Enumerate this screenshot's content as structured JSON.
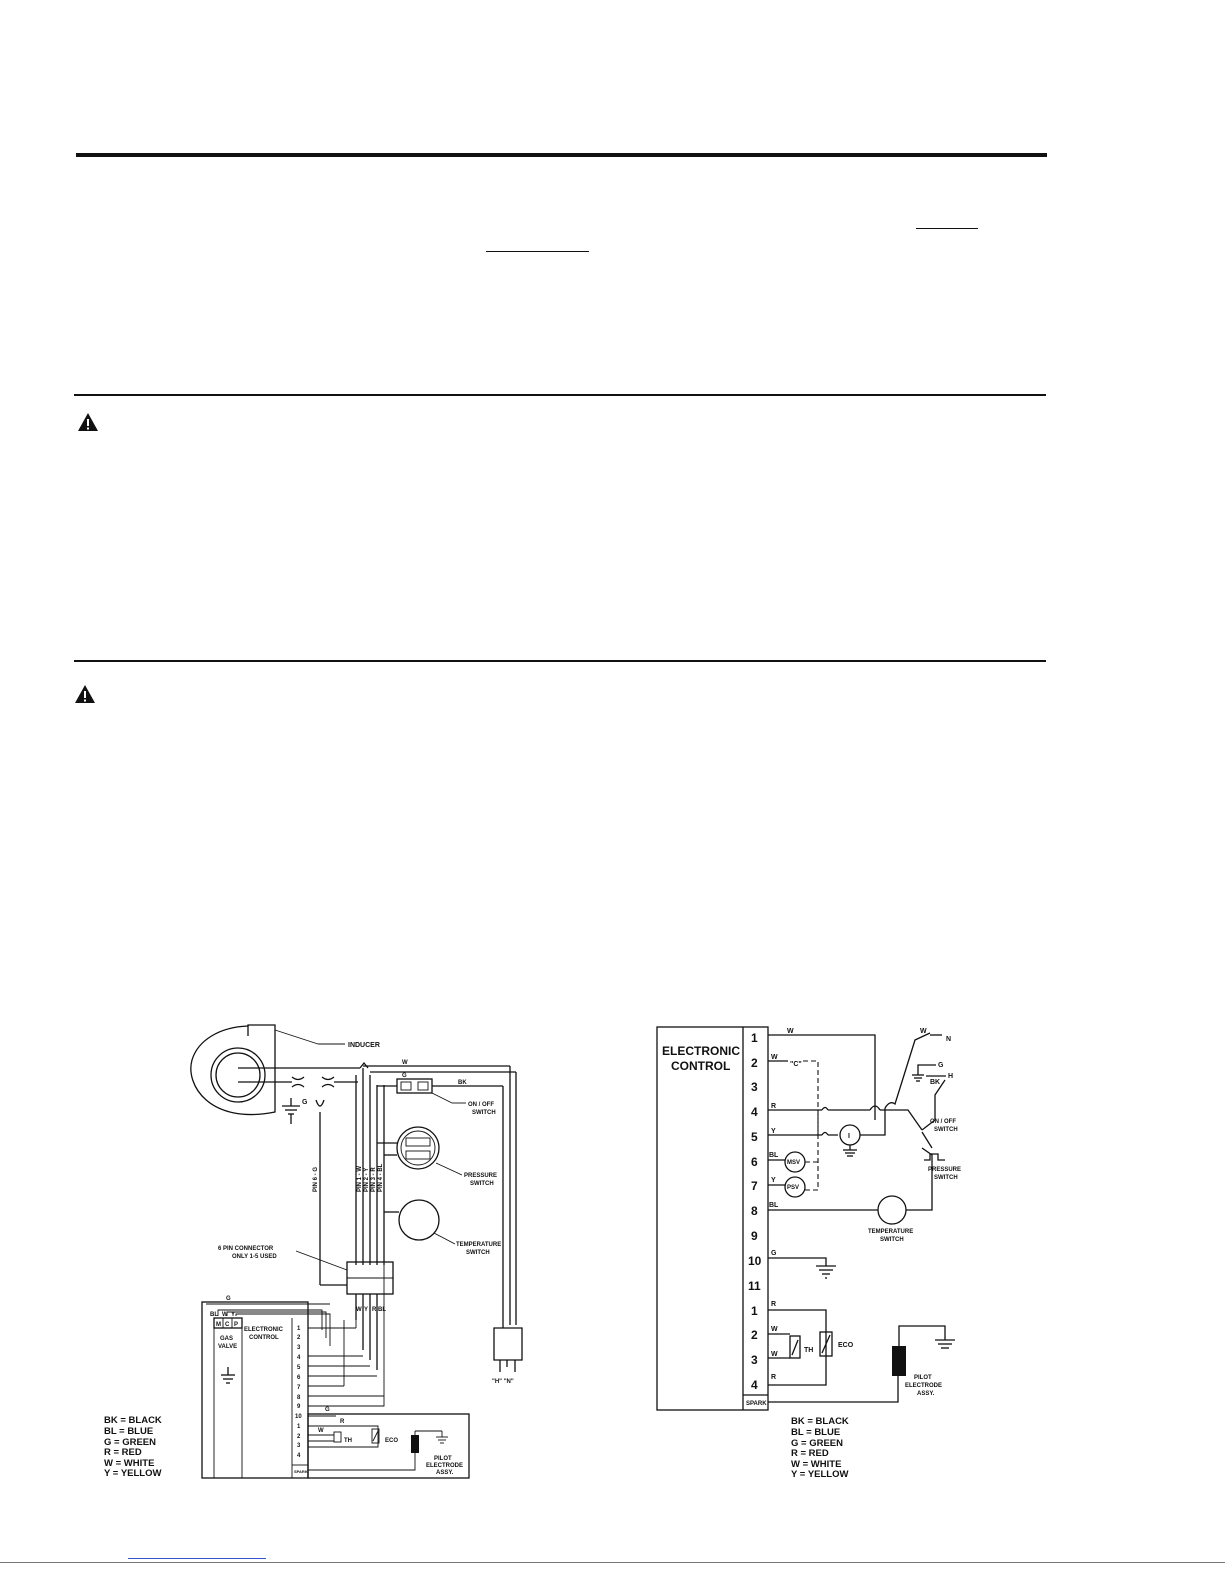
{
  "pictorial": {
    "inducer": "INDUCER",
    "g_ground": "G",
    "top_wire_w": "W",
    "switch_g": "G",
    "switch_bk": "BK",
    "onoff": [
      "ON / OFF",
      "SWITCH"
    ],
    "pressure": [
      "PRESSURE",
      "SWITCH"
    ],
    "temperature": [
      "TEMPERATURE",
      "SWITCH"
    ],
    "pin_labels": [
      "PIN 6 - G",
      "PIN 1 - W",
      "PIN 2 - Y",
      "PIN 3 - R",
      "PIN 4 - BL"
    ],
    "connector": [
      "6 PIN CONNECTOR",
      "ONLY 1-5 USED"
    ],
    "connector_wires": [
      "W",
      "Y",
      "R",
      "BL"
    ],
    "valve_top": [
      "BL",
      "W",
      "Y"
    ],
    "valve_g": "G",
    "valve_terms": [
      "M",
      "C",
      "P"
    ],
    "gas_valve": [
      "GAS",
      "VALVE"
    ],
    "control": [
      "ELECTRONIC",
      "CONTROL"
    ],
    "terminals": [
      "1",
      "2",
      "3",
      "4",
      "5",
      "6",
      "7",
      "8",
      "9",
      "10",
      "1",
      "2",
      "3",
      "4"
    ],
    "spark": "SPARK",
    "ign_g": "G",
    "ign_r": "R",
    "ign_w": "W",
    "th": "TH",
    "eco": "ECO",
    "pilot": [
      "PILOT",
      "ELECTRODE",
      "ASSY."
    ],
    "plug": "\"H\"  \"N\"",
    "legend": [
      "BK  = BLACK",
      "BL  = BLUE",
      "G    =  GREEN",
      "R    =  RED",
      "W    =  WHITE",
      "Y    = YELLOW"
    ]
  },
  "schematic": {
    "control": [
      "ELECTRONIC",
      "CONTROL"
    ],
    "terminals": [
      "1",
      "2",
      "3",
      "4",
      "5",
      "6",
      "7",
      "8",
      "9",
      "10",
      "11",
      "1",
      "2",
      "3",
      "4"
    ],
    "spark": "SPARK",
    "wire_labels": {
      "t1": "W",
      "t2": "W",
      "t2c": "\"C\"",
      "t4": "R",
      "t5": "Y",
      "t6": "BL",
      "t7": "Y",
      "t8": "BL",
      "t10": "G",
      "i1": "R",
      "i2": "W",
      "i3": "W",
      "i4": "R"
    },
    "msv": "MSV",
    "psv": "PSV",
    "inducer_i": "I",
    "top_w": "W",
    "top_n": "N",
    "top_g": "G",
    "top_h": "H",
    "top_bk": "BK",
    "onoff": [
      "ON / OFF",
      "SWITCH"
    ],
    "pressure": [
      "PRESSURE",
      "SWITCH"
    ],
    "temperature": [
      "TEMPERATURE",
      "SWITCH"
    ],
    "th": "TH",
    "eco": "ECO",
    "pilot": [
      "PILOT",
      "ELECTRODE",
      "ASSY."
    ],
    "legend": [
      "BK  = BLACK",
      "BL  = BLUE",
      "G    =  GREEN",
      "R    =  RED",
      "W    =  WHITE",
      "Y    = YELLOW"
    ]
  }
}
